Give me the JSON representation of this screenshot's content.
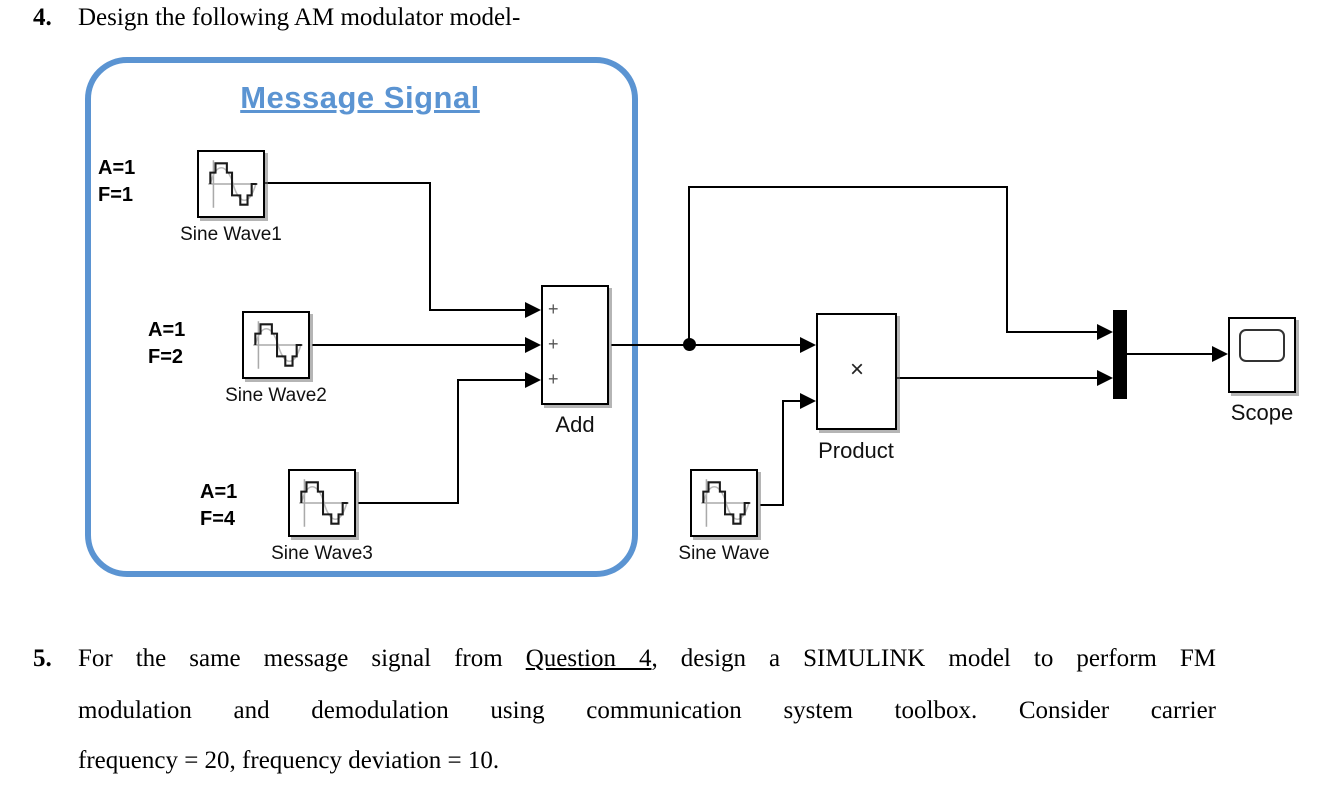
{
  "question4": {
    "number": "4.",
    "text": "Design the following AM modulator model-"
  },
  "diagram": {
    "box_label": "Message Signal",
    "box_color": "#5b94d2",
    "annotations": {
      "sw1": {
        "a": "A=1",
        "f": "F=1"
      },
      "sw2": {
        "a": "A=1",
        "f": "F=2"
      },
      "sw3": {
        "a": "A=1",
        "f": "F=4"
      }
    },
    "labels": {
      "sw1": "Sine Wave1",
      "sw2": "Sine Wave2",
      "sw3": "Sine Wave3",
      "carrier": "Sine Wave",
      "add": "Add",
      "product": "Product",
      "scope": "Scope"
    },
    "add_ports": [
      "+",
      "+",
      "+"
    ],
    "product_symbol": "×"
  },
  "question5": {
    "number": "5.",
    "line1_pre": "For the same message signal from ",
    "line1_link": "Question 4",
    "line1_post": ", design a SIMULINK model to perform FM",
    "line2": "modulation and demodulation using communication system toolbox. Consider carrier",
    "line3": "frequency = 20, frequency deviation = 10."
  }
}
